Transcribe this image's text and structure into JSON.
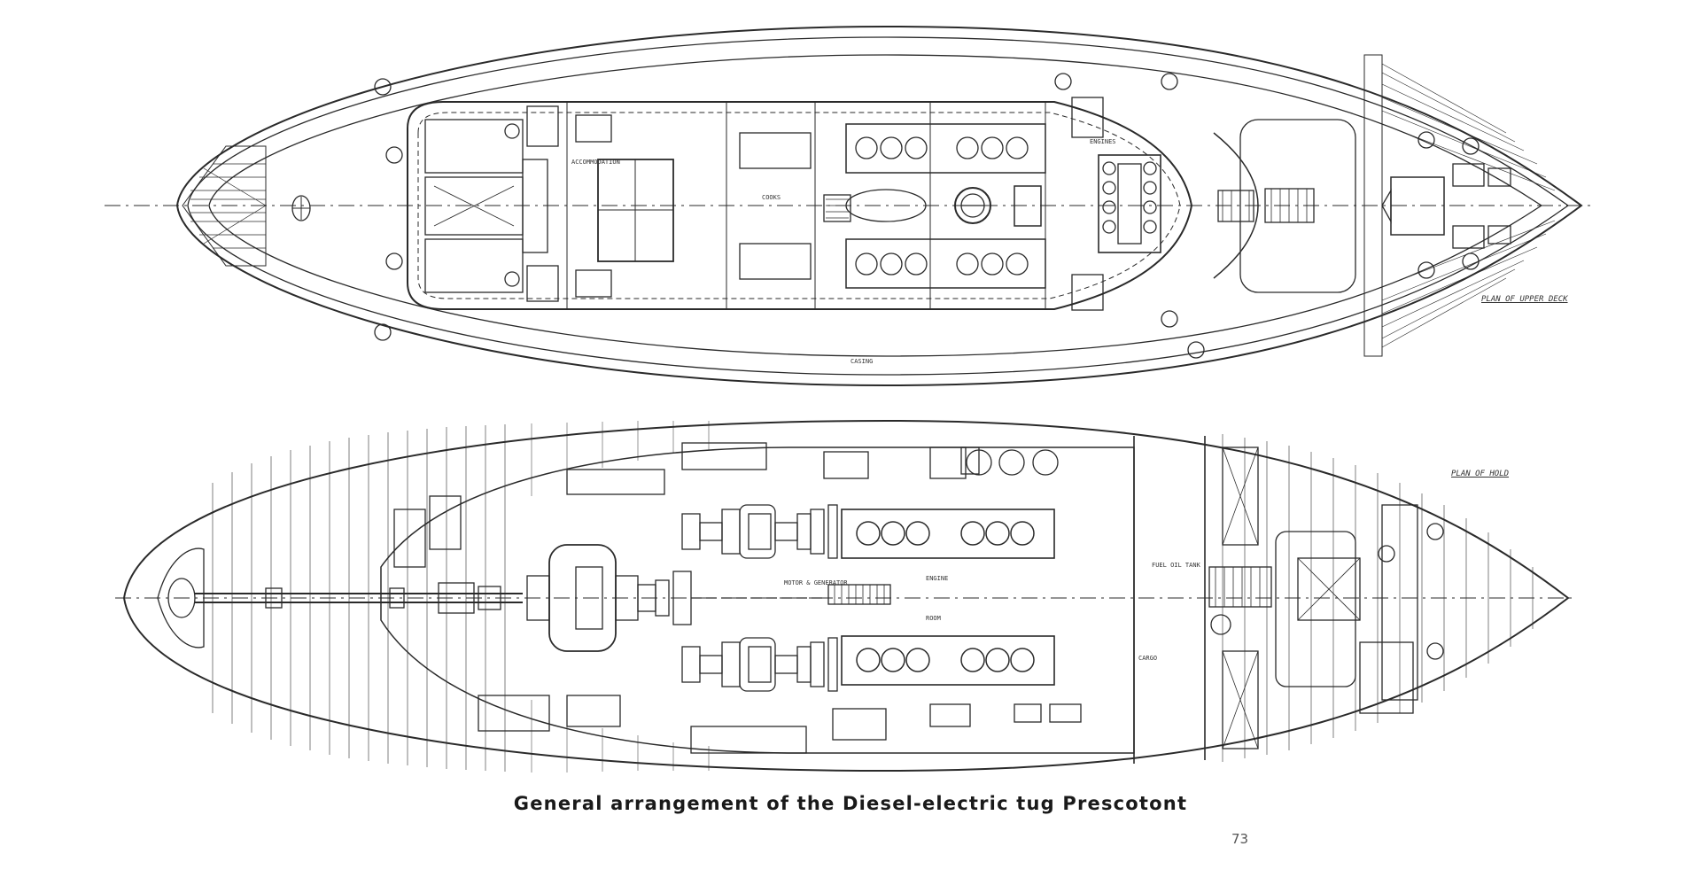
{
  "caption": "General arrangement of the Diesel-electric tug Prescotont",
  "page_mark": "73",
  "colors": {
    "ink": "#2a2a2a",
    "paper": "#ffffff"
  },
  "plan_upper": {
    "label": "PLAN OF UPPER DECK"
  },
  "plan_hold": {
    "label": "PLAN OF HOLD"
  }
}
